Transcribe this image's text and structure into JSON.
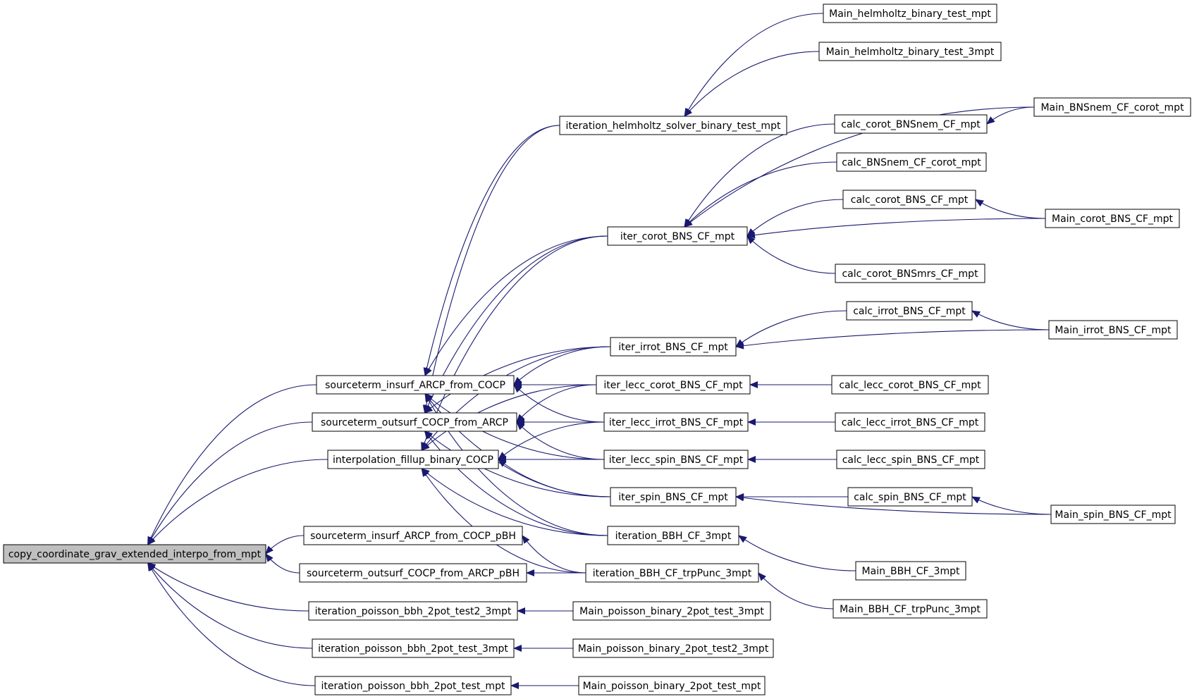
{
  "diagram": {
    "type": "call-graph",
    "colors": {
      "edge": "#191970",
      "arrow": "#191970",
      "node_border": "#000000",
      "root_fill": "#bfbfbf",
      "node_fill": "#ffffff"
    },
    "nodes": [
      {
        "id": "root",
        "label": "copy_coordinate_grav_extended_interpo_from_mpt",
        "root": true
      },
      {
        "id": "s_in",
        "label": "sourceterm_insurf_ARCP_from_COCP"
      },
      {
        "id": "s_out",
        "label": "sourceterm_outsurf_COCP_from_ARCP"
      },
      {
        "id": "interp",
        "label": "interpolation_fillup_binary_COCP"
      },
      {
        "id": "s_in_pbh",
        "label": "sourceterm_insurf_ARCP_from_COCP_pBH"
      },
      {
        "id": "s_out_pbh",
        "label": "sourceterm_outsurf_COCP_from_ARCP_pBH"
      },
      {
        "id": "ip_t2",
        "label": "iteration_poisson_bbh_2pot_test2_3mpt"
      },
      {
        "id": "ip_t3",
        "label": "iteration_poisson_bbh_2pot_test_3mpt"
      },
      {
        "id": "ip_t",
        "label": "iteration_poisson_bbh_2pot_test_mpt"
      },
      {
        "id": "ihs",
        "label": "iteration_helmholtz_solver_binary_test_mpt"
      },
      {
        "id": "icorot",
        "label": "iter_corot_BNS_CF_mpt"
      },
      {
        "id": "iirrot",
        "label": "iter_irrot_BNS_CF_mpt"
      },
      {
        "id": "ilc",
        "label": "iter_lecc_corot_BNS_CF_mpt"
      },
      {
        "id": "ili",
        "label": "iter_lecc_irrot_BNS_CF_mpt"
      },
      {
        "id": "ils",
        "label": "iter_lecc_spin_BNS_CF_mpt"
      },
      {
        "id": "ispin",
        "label": "iter_spin_BNS_CF_mpt"
      },
      {
        "id": "ibbh",
        "label": "iteration_BBH_CF_3mpt"
      },
      {
        "id": "ibbht",
        "label": "iteration_BBH_CF_trpPunc_3mpt"
      },
      {
        "id": "mp23",
        "label": "Main_poisson_binary_2pot_test_3mpt"
      },
      {
        "id": "mp2t23",
        "label": "Main_poisson_binary_2pot_test2_3mpt"
      },
      {
        "id": "mp2t",
        "label": "Main_poisson_binary_2pot_test_mpt"
      },
      {
        "id": "mhb",
        "label": "Main_helmholtz_binary_test_mpt"
      },
      {
        "id": "mhb3",
        "label": "Main_helmholtz_binary_test_3mpt"
      },
      {
        "id": "ccbnsnem",
        "label": "calc_corot_BNSnem_CF_mpt"
      },
      {
        "id": "cbnsnemcorot",
        "label": "calc_BNSnem_CF_corot_mpt"
      },
      {
        "id": "ccbns",
        "label": "calc_corot_BNS_CF_mpt"
      },
      {
        "id": "ccbnsmrs",
        "label": "calc_corot_BNSmrs_CF_mpt"
      },
      {
        "id": "cibns",
        "label": "calc_irrot_BNS_CF_mpt"
      },
      {
        "id": "clc",
        "label": "calc_lecc_corot_BNS_CF_mpt"
      },
      {
        "id": "cli",
        "label": "calc_lecc_irrot_BNS_CF_mpt"
      },
      {
        "id": "cls",
        "label": "calc_lecc_spin_BNS_CF_mpt"
      },
      {
        "id": "csbns",
        "label": "calc_spin_BNS_CF_mpt"
      },
      {
        "id": "mbbh",
        "label": "Main_BBH_CF_3mpt"
      },
      {
        "id": "mbbht",
        "label": "Main_BBH_CF_trpPunc_3mpt"
      },
      {
        "id": "mbnsnem",
        "label": "Main_BNSnem_CF_corot_mpt"
      },
      {
        "id": "mcorot",
        "label": "Main_corot_BNS_CF_mpt"
      },
      {
        "id": "mirrot",
        "label": "Main_irrot_BNS_CF_mpt"
      },
      {
        "id": "mspin",
        "label": "Main_spin_BNS_CF_mpt"
      }
    ],
    "edges": [
      {
        "from": "s_in",
        "to": "root"
      },
      {
        "from": "s_out",
        "to": "root"
      },
      {
        "from": "interp",
        "to": "root"
      },
      {
        "from": "s_in_pbh",
        "to": "root"
      },
      {
        "from": "s_out_pbh",
        "to": "root"
      },
      {
        "from": "ip_t2",
        "to": "root"
      },
      {
        "from": "ip_t3",
        "to": "root"
      },
      {
        "from": "ip_t",
        "to": "root"
      },
      {
        "from": "ihs",
        "to": "s_in"
      },
      {
        "from": "icorot",
        "to": "s_in"
      },
      {
        "from": "iirrot",
        "to": "s_in"
      },
      {
        "from": "ilc",
        "to": "s_in"
      },
      {
        "from": "ili",
        "to": "s_in"
      },
      {
        "from": "ils",
        "to": "s_in"
      },
      {
        "from": "ispin",
        "to": "s_in"
      },
      {
        "from": "ibbh",
        "to": "s_in"
      },
      {
        "from": "ihs",
        "to": "s_out"
      },
      {
        "from": "icorot",
        "to": "s_out"
      },
      {
        "from": "iirrot",
        "to": "s_out"
      },
      {
        "from": "ilc",
        "to": "s_out"
      },
      {
        "from": "ili",
        "to": "s_out"
      },
      {
        "from": "ils",
        "to": "s_out"
      },
      {
        "from": "ispin",
        "to": "s_out"
      },
      {
        "from": "ibbh",
        "to": "s_out"
      },
      {
        "from": "icorot",
        "to": "interp"
      },
      {
        "from": "iirrot",
        "to": "interp"
      },
      {
        "from": "ilc",
        "to": "interp"
      },
      {
        "from": "ili",
        "to": "interp"
      },
      {
        "from": "ils",
        "to": "interp"
      },
      {
        "from": "ispin",
        "to": "interp"
      },
      {
        "from": "ibbh",
        "to": "interp"
      },
      {
        "from": "ibbht",
        "to": "interp"
      },
      {
        "from": "ibbht",
        "to": "s_in_pbh"
      },
      {
        "from": "ibbht",
        "to": "s_out_pbh"
      },
      {
        "from": "mp23",
        "to": "ip_t2"
      },
      {
        "from": "mp2t23",
        "to": "ip_t3"
      },
      {
        "from": "mp2t",
        "to": "ip_t"
      },
      {
        "from": "mhb",
        "to": "ihs"
      },
      {
        "from": "mhb3",
        "to": "ihs"
      },
      {
        "from": "ccbnsnem",
        "to": "icorot"
      },
      {
        "from": "cbnsnemcorot",
        "to": "icorot"
      },
      {
        "from": "ccbns",
        "to": "icorot"
      },
      {
        "from": "ccbnsmrs",
        "to": "icorot"
      },
      {
        "from": "mbnsnem",
        "to": "icorot"
      },
      {
        "from": "mcorot",
        "to": "icorot"
      },
      {
        "from": "cibns",
        "to": "iirrot"
      },
      {
        "from": "mirrot",
        "to": "iirrot"
      },
      {
        "from": "clc",
        "to": "ilc"
      },
      {
        "from": "cli",
        "to": "ili"
      },
      {
        "from": "cls",
        "to": "ils"
      },
      {
        "from": "csbns",
        "to": "ispin"
      },
      {
        "from": "mspin",
        "to": "ispin"
      },
      {
        "from": "mbbh",
        "to": "ibbh"
      },
      {
        "from": "mbbht",
        "to": "ibbht"
      },
      {
        "from": "mbnsnem",
        "to": "ccbnsnem"
      },
      {
        "from": "mcorot",
        "to": "ccbns"
      },
      {
        "from": "mirrot",
        "to": "cibns"
      },
      {
        "from": "mspin",
        "to": "csbns"
      }
    ]
  }
}
